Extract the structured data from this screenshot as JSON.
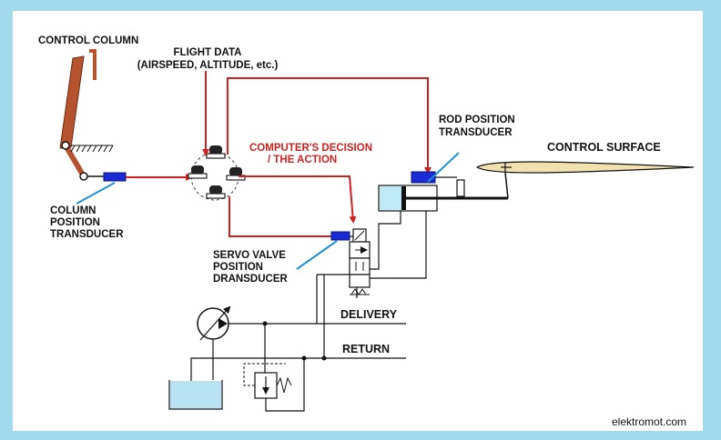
{
  "labels": {
    "control_column": "CONTROL COLUMN",
    "flight_data_1": "FLIGHT DATA",
    "flight_data_2": "(AIRSPEED, ALTITUDE, etc.)",
    "decision_1": "COMPUTER'S DECISION",
    "decision_2": "/ THE ACTION",
    "rod_1": "ROD POSITION",
    "rod_2": "TRANSDUCER",
    "control_surface": "CONTROL SURFACE",
    "column_1": "COLUMN",
    "column_2": "POSITION",
    "column_3": "TRANSDUCER",
    "servo_1": "SERVO VALVE",
    "servo_2": "POSITION",
    "servo_3": "DRANSDUCER",
    "delivery": "DELIVERY",
    "return": "RETURN",
    "credit": "elektromot.com"
  },
  "colors": {
    "background": "#a3d9ec",
    "signal": "#cc2222",
    "transducer": "#1a2bd6",
    "leader": "#1e90d6",
    "column": "#b5532e",
    "airfoil": "#f2e2b0",
    "tank_fluid": "#b9e2f3",
    "cylinder": "#bfeaf5"
  }
}
